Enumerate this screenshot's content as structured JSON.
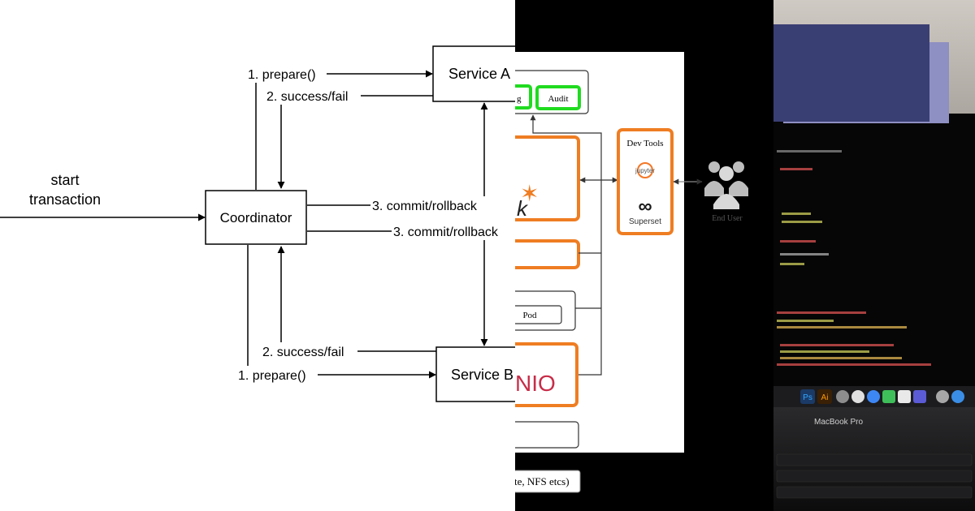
{
  "two_phase_commit": {
    "start_label_line1": "start",
    "start_label_line2": "transaction",
    "coordinator": "Coordinator",
    "service_a": "Service A",
    "service_b": "Service B",
    "prepare_a": "1. prepare()",
    "success_a": "2. success/fail",
    "commit_a": "3. commit/rollback",
    "commit_b": "3. commit/rollback",
    "success_b": "2. success/fail",
    "prepare_b": "1. prepare()"
  },
  "platform_diagram": {
    "audit": "Audit",
    "log_tail": "g",
    "dev_tools": "Dev Tools",
    "jupyter": "jupyter",
    "superset": "Superset",
    "spark_tail": "k",
    "pod": "Pod",
    "minio_tail": "NIO",
    "end_user": "End User",
    "storage": "te, NFS etcs)",
    "colors": {
      "orange": "#ef7d22",
      "green": "#1fdb1f",
      "minio": "#c72c48"
    }
  },
  "laptop_photo": {
    "brand": "MacBook Pro",
    "dock_labels": [
      "Ps",
      "Ai"
    ]
  }
}
